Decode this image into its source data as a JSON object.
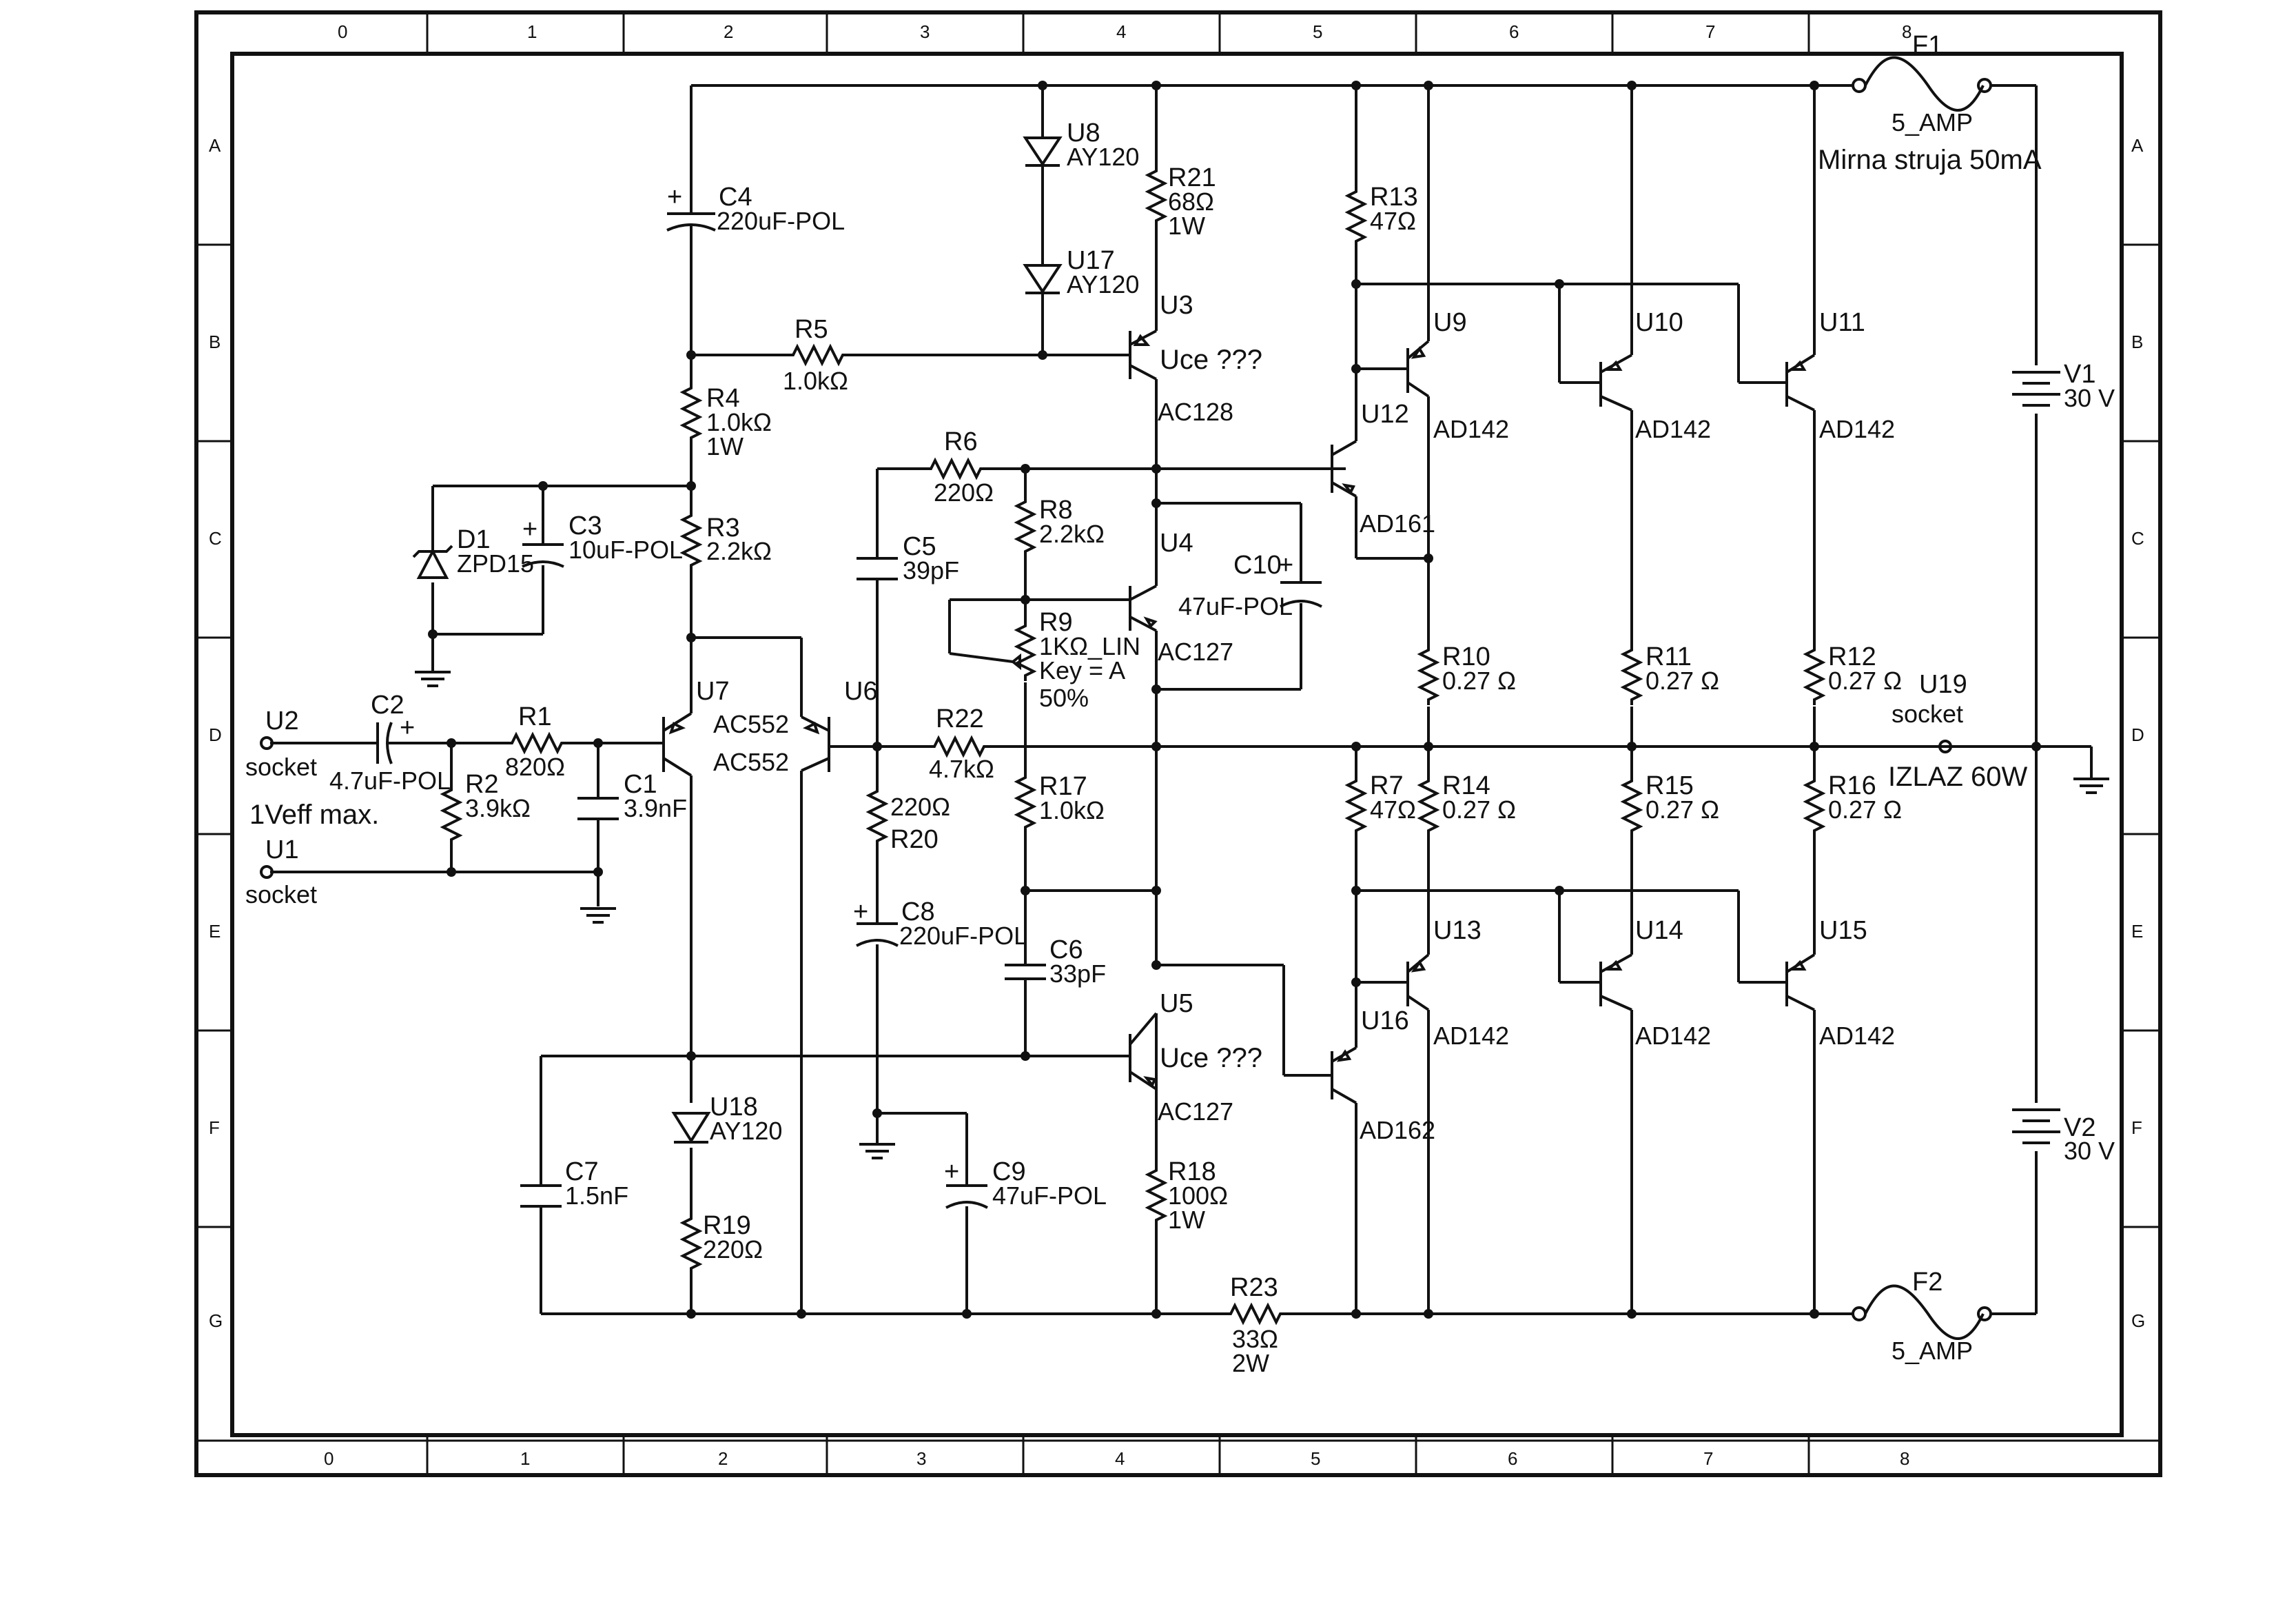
{
  "grid": {
    "columns": [
      "0",
      "1",
      "2",
      "3",
      "4",
      "5",
      "6",
      "7",
      "8"
    ],
    "rows": [
      "A",
      "B",
      "C",
      "D",
      "E",
      "F",
      "G"
    ]
  },
  "components": {
    "U2": {
      "ref": "U2",
      "value": "socket"
    },
    "U1": {
      "ref": "U1",
      "value": "socket"
    },
    "input_note": "1Veff max.",
    "C2": {
      "ref": "C2",
      "value": "4.7uF-POL"
    },
    "R1": {
      "ref": "R1",
      "value": "820Ω"
    },
    "R2": {
      "ref": "R2",
      "value": "3.9kΩ"
    },
    "C1": {
      "ref": "C1",
      "value": "3.9nF"
    },
    "C4": {
      "ref": "C4",
      "value": "220uF-POL"
    },
    "R5": {
      "ref": "R5",
      "value": "1.0kΩ"
    },
    "R4": {
      "ref": "R4",
      "value": "1.0kΩ",
      "power": "1W"
    },
    "D1": {
      "ref": "D1",
      "value": "ZPD15"
    },
    "C3": {
      "ref": "C3",
      "value": "10uF-POL"
    },
    "R3": {
      "ref": "R3",
      "value": "2.2kΩ"
    },
    "U7": {
      "ref": "U7",
      "value": "AC552"
    },
    "U6": {
      "ref": "U6",
      "value": "AC552"
    },
    "U8": {
      "ref": "U8",
      "value": "AY120"
    },
    "U17": {
      "ref": "U17",
      "value": "AY120"
    },
    "R21": {
      "ref": "R21",
      "value": "68Ω",
      "power": "1W"
    },
    "U3": {
      "ref": "U3",
      "value": "AC128",
      "note": "Uce ???"
    },
    "R6": {
      "ref": "R6",
      "value": "220Ω"
    },
    "R8": {
      "ref": "R8",
      "value": "2.2kΩ"
    },
    "C5": {
      "ref": "C5",
      "value": "39pF"
    },
    "U4": {
      "ref": "U4",
      "value": "AC127"
    },
    "C10": {
      "ref": "C10",
      "value": "47uF-POL"
    },
    "R9": {
      "ref": "R9",
      "value": "1KΩ_LIN",
      "key": "Key = A",
      "percent": "50%"
    },
    "R22": {
      "ref": "R22",
      "value": "4.7kΩ"
    },
    "R20": {
      "ref": "R20",
      "value": "220Ω"
    },
    "R17": {
      "ref": "R17",
      "value": "1.0kΩ"
    },
    "C8": {
      "ref": "C8",
      "value": "220uF-POL"
    },
    "C6": {
      "ref": "C6",
      "value": "33pF"
    },
    "U5": {
      "ref": "U5",
      "value": "AC127",
      "note": "Uce ???"
    },
    "C9": {
      "ref": "C9",
      "value": "47uF-POL"
    },
    "R18": {
      "ref": "R18",
      "value": "100Ω",
      "power": "1W"
    },
    "C7": {
      "ref": "C7",
      "value": "1.5nF"
    },
    "U18": {
      "ref": "U18",
      "value": "AY120"
    },
    "R19": {
      "ref": "R19",
      "value": "220Ω"
    },
    "R23": {
      "ref": "R23",
      "value": "33Ω",
      "power": "2W"
    },
    "R13": {
      "ref": "R13",
      "value": "47Ω"
    },
    "U9": {
      "ref": "U9",
      "value": "AD142"
    },
    "U12": {
      "ref": "U12",
      "value": "AD161"
    },
    "U10": {
      "ref": "U10",
      "value": "AD142"
    },
    "U11": {
      "ref": "U11",
      "value": "AD142"
    },
    "R10": {
      "ref": "R10",
      "value": "0.27 Ω"
    },
    "R11": {
      "ref": "R11",
      "value": "0.27 Ω"
    },
    "R12": {
      "ref": "R12",
      "value": "0.27 Ω"
    },
    "U19": {
      "ref": "U19",
      "value": "socket"
    },
    "output_note": "IZLAZ 60W",
    "R7": {
      "ref": "R7",
      "value": "47Ω"
    },
    "R14": {
      "ref": "R14",
      "value": "0.27 Ω"
    },
    "R15": {
      "ref": "R15",
      "value": "0.27 Ω"
    },
    "R16": {
      "ref": "R16",
      "value": "0.27 Ω"
    },
    "U13": {
      "ref": "U13",
      "value": "AD142"
    },
    "U14": {
      "ref": "U14",
      "value": "AD142"
    },
    "U15": {
      "ref": "U15",
      "value": "AD142"
    },
    "U16": {
      "ref": "U16",
      "value": "AD162"
    },
    "F1": {
      "ref": "F1",
      "value": "5_AMP"
    },
    "F2": {
      "ref": "F2",
      "value": "5_AMP"
    },
    "quiescent_note": "Mirna struja 50mA",
    "V1": {
      "ref": "V1",
      "value": "30 V"
    },
    "V2": {
      "ref": "V2",
      "value": "30 V"
    }
  }
}
